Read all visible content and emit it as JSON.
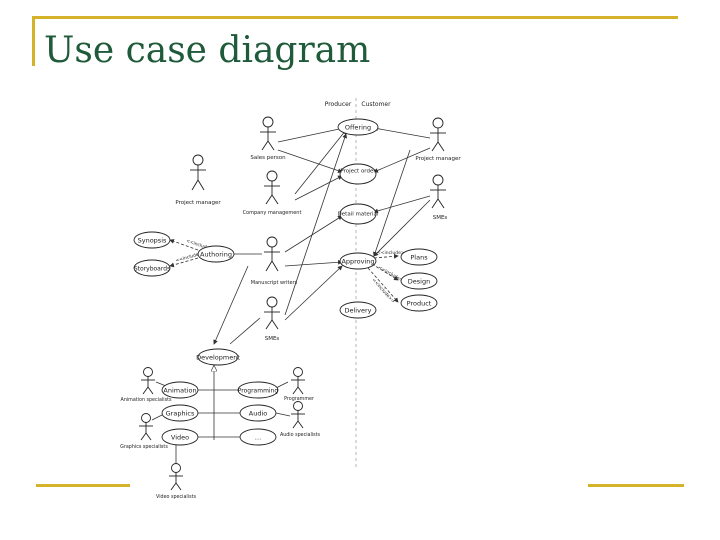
{
  "title": "Use case diagram",
  "lanes": {
    "left": "Producer",
    "right": "Customer"
  },
  "actors": {
    "sales_person": "Sales person",
    "project_manager_right": "Project manager",
    "project_manager_left": "Project manager",
    "company_management": "Company management",
    "smes_right": "SMEs",
    "manuscript_writers": "Manuscript writers",
    "smes_bottom": "SMEs",
    "animation_specialists": "Animation specialists",
    "graphics_specialists": "Graphics specialists",
    "programmer": "Programmer",
    "audio_specialists": "Audio specialists",
    "video_specialists": "Video specialists"
  },
  "use_cases": {
    "offering": "Offering",
    "project_order": "Project order",
    "detail_material": "Detail material",
    "approving": "Approving",
    "delivery": "Delivery",
    "plans": "Plans",
    "design": "Design",
    "product": "Product",
    "synopsis": "Synopsis",
    "storyboards": "Storyboards",
    "authoring": "Authoring",
    "development": "Development",
    "animation": "Animation",
    "programming": "Programming",
    "graphics": "Graphics",
    "audio": "Audio",
    "video": "Video",
    "more": "…"
  },
  "relations": {
    "include": "<<include>>"
  }
}
